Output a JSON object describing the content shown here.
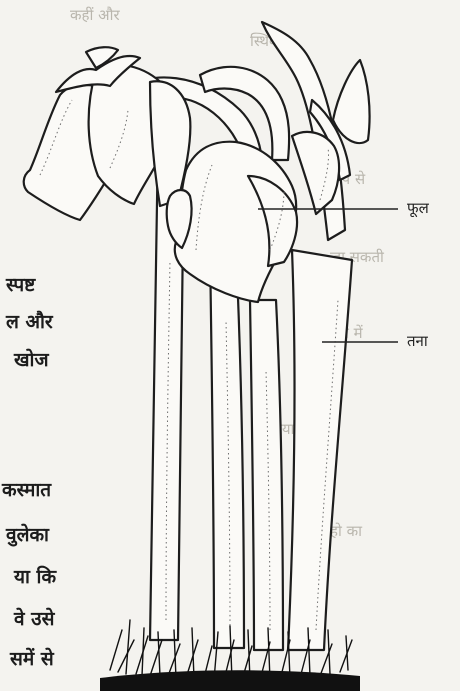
{
  "left_text": [
    "स्पष्ट",
    "ल और",
    "खोज",
    "कस्मात",
    "वुलेका",
    "या कि",
    "वे उसे",
    "समें से"
  ],
  "labels": {
    "flower": "फूल",
    "stem": "तना"
  }
}
